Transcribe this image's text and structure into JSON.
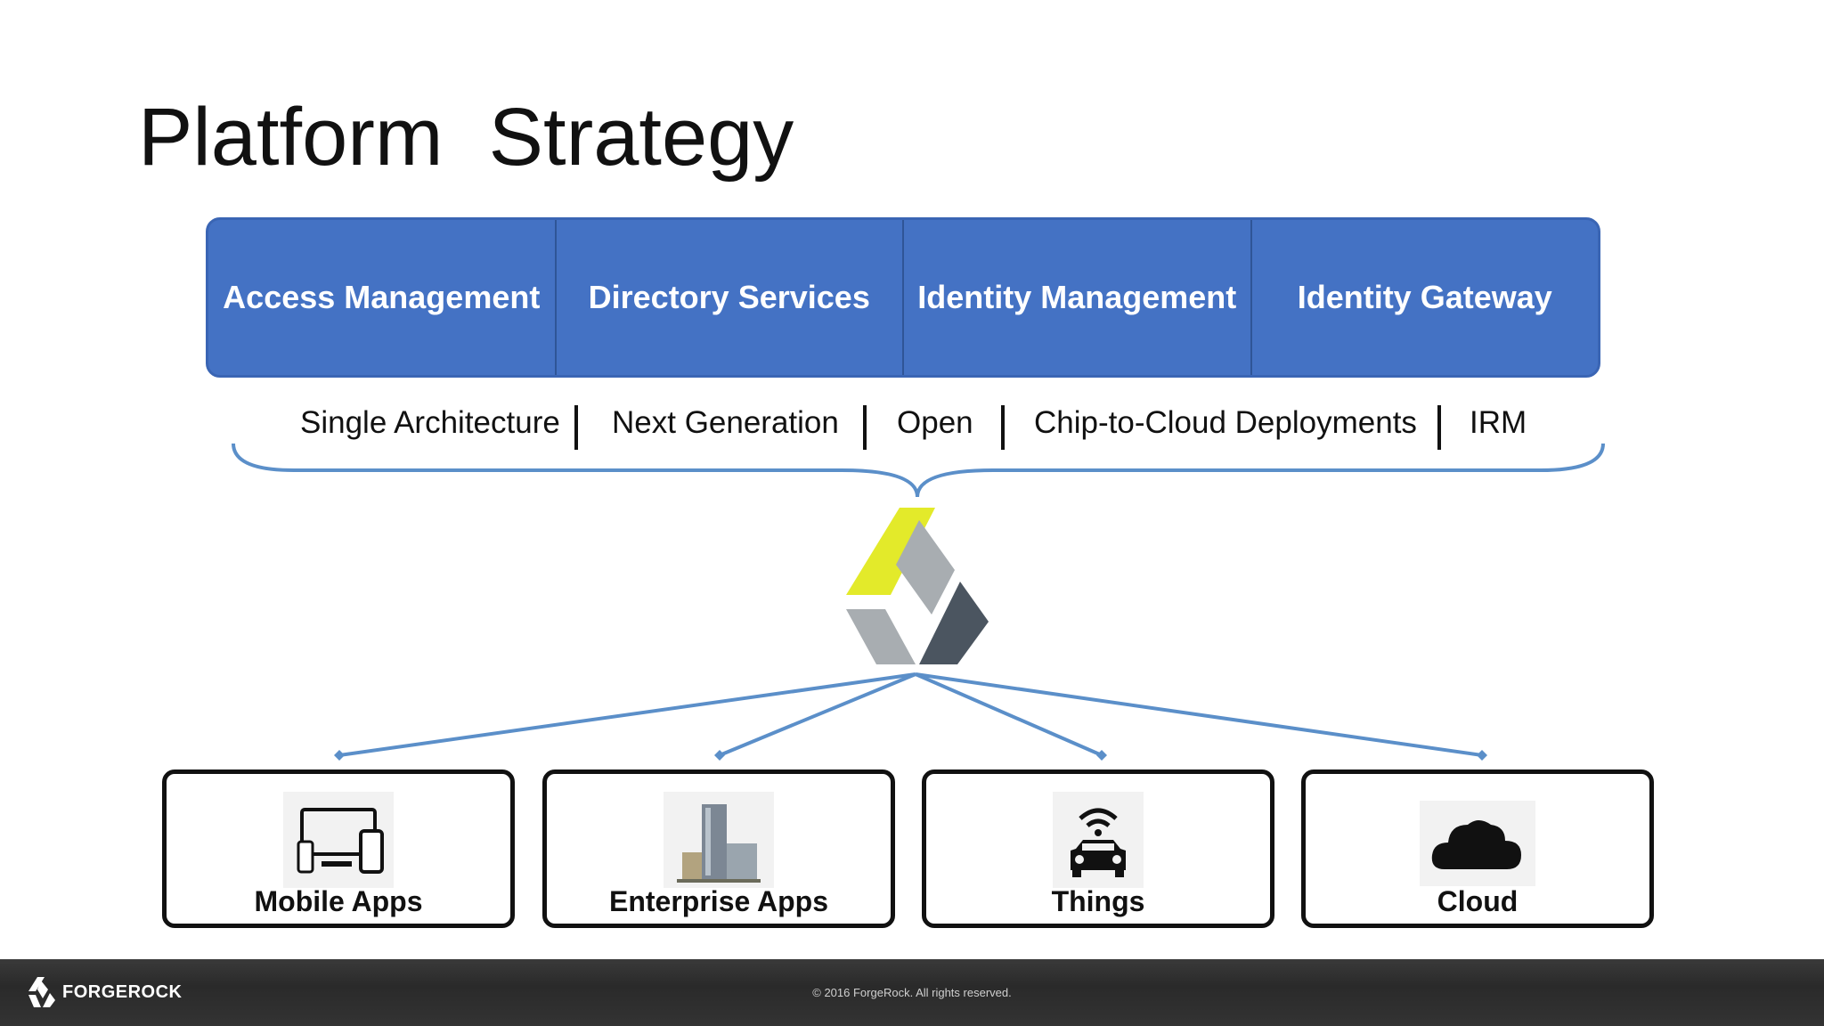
{
  "slide": {
    "title": "Platform  Strategy"
  },
  "products": [
    {
      "label": "Access Management"
    },
    {
      "label": "Directory Services"
    },
    {
      "label": "Identity Management"
    },
    {
      "label": "Identity Gateway"
    }
  ],
  "attributes": [
    {
      "label": "Single Architecture"
    },
    {
      "label": "Next Generation"
    },
    {
      "label": "Open"
    },
    {
      "label": "Chip-to-Cloud Deployments"
    },
    {
      "label": "IRM"
    }
  ],
  "targets": [
    {
      "label": "Mobile Apps",
      "icon": "devices-icon"
    },
    {
      "label": "Enterprise Apps",
      "icon": "building-icon"
    },
    {
      "label": "Things",
      "icon": "connected-car-icon"
    },
    {
      "label": "Cloud",
      "icon": "cloud-icon"
    }
  ],
  "footer": {
    "logo_text": "FORGEROCK",
    "copyright": "© 2016 ForgeRock. All rights reserved."
  },
  "colors": {
    "product_bar": "#4472c4",
    "connector": "#5b8fc9",
    "logo_yellow": "#e3ea2a",
    "logo_light_gray": "#a8adb1",
    "logo_dark_gray": "#4b5560"
  }
}
